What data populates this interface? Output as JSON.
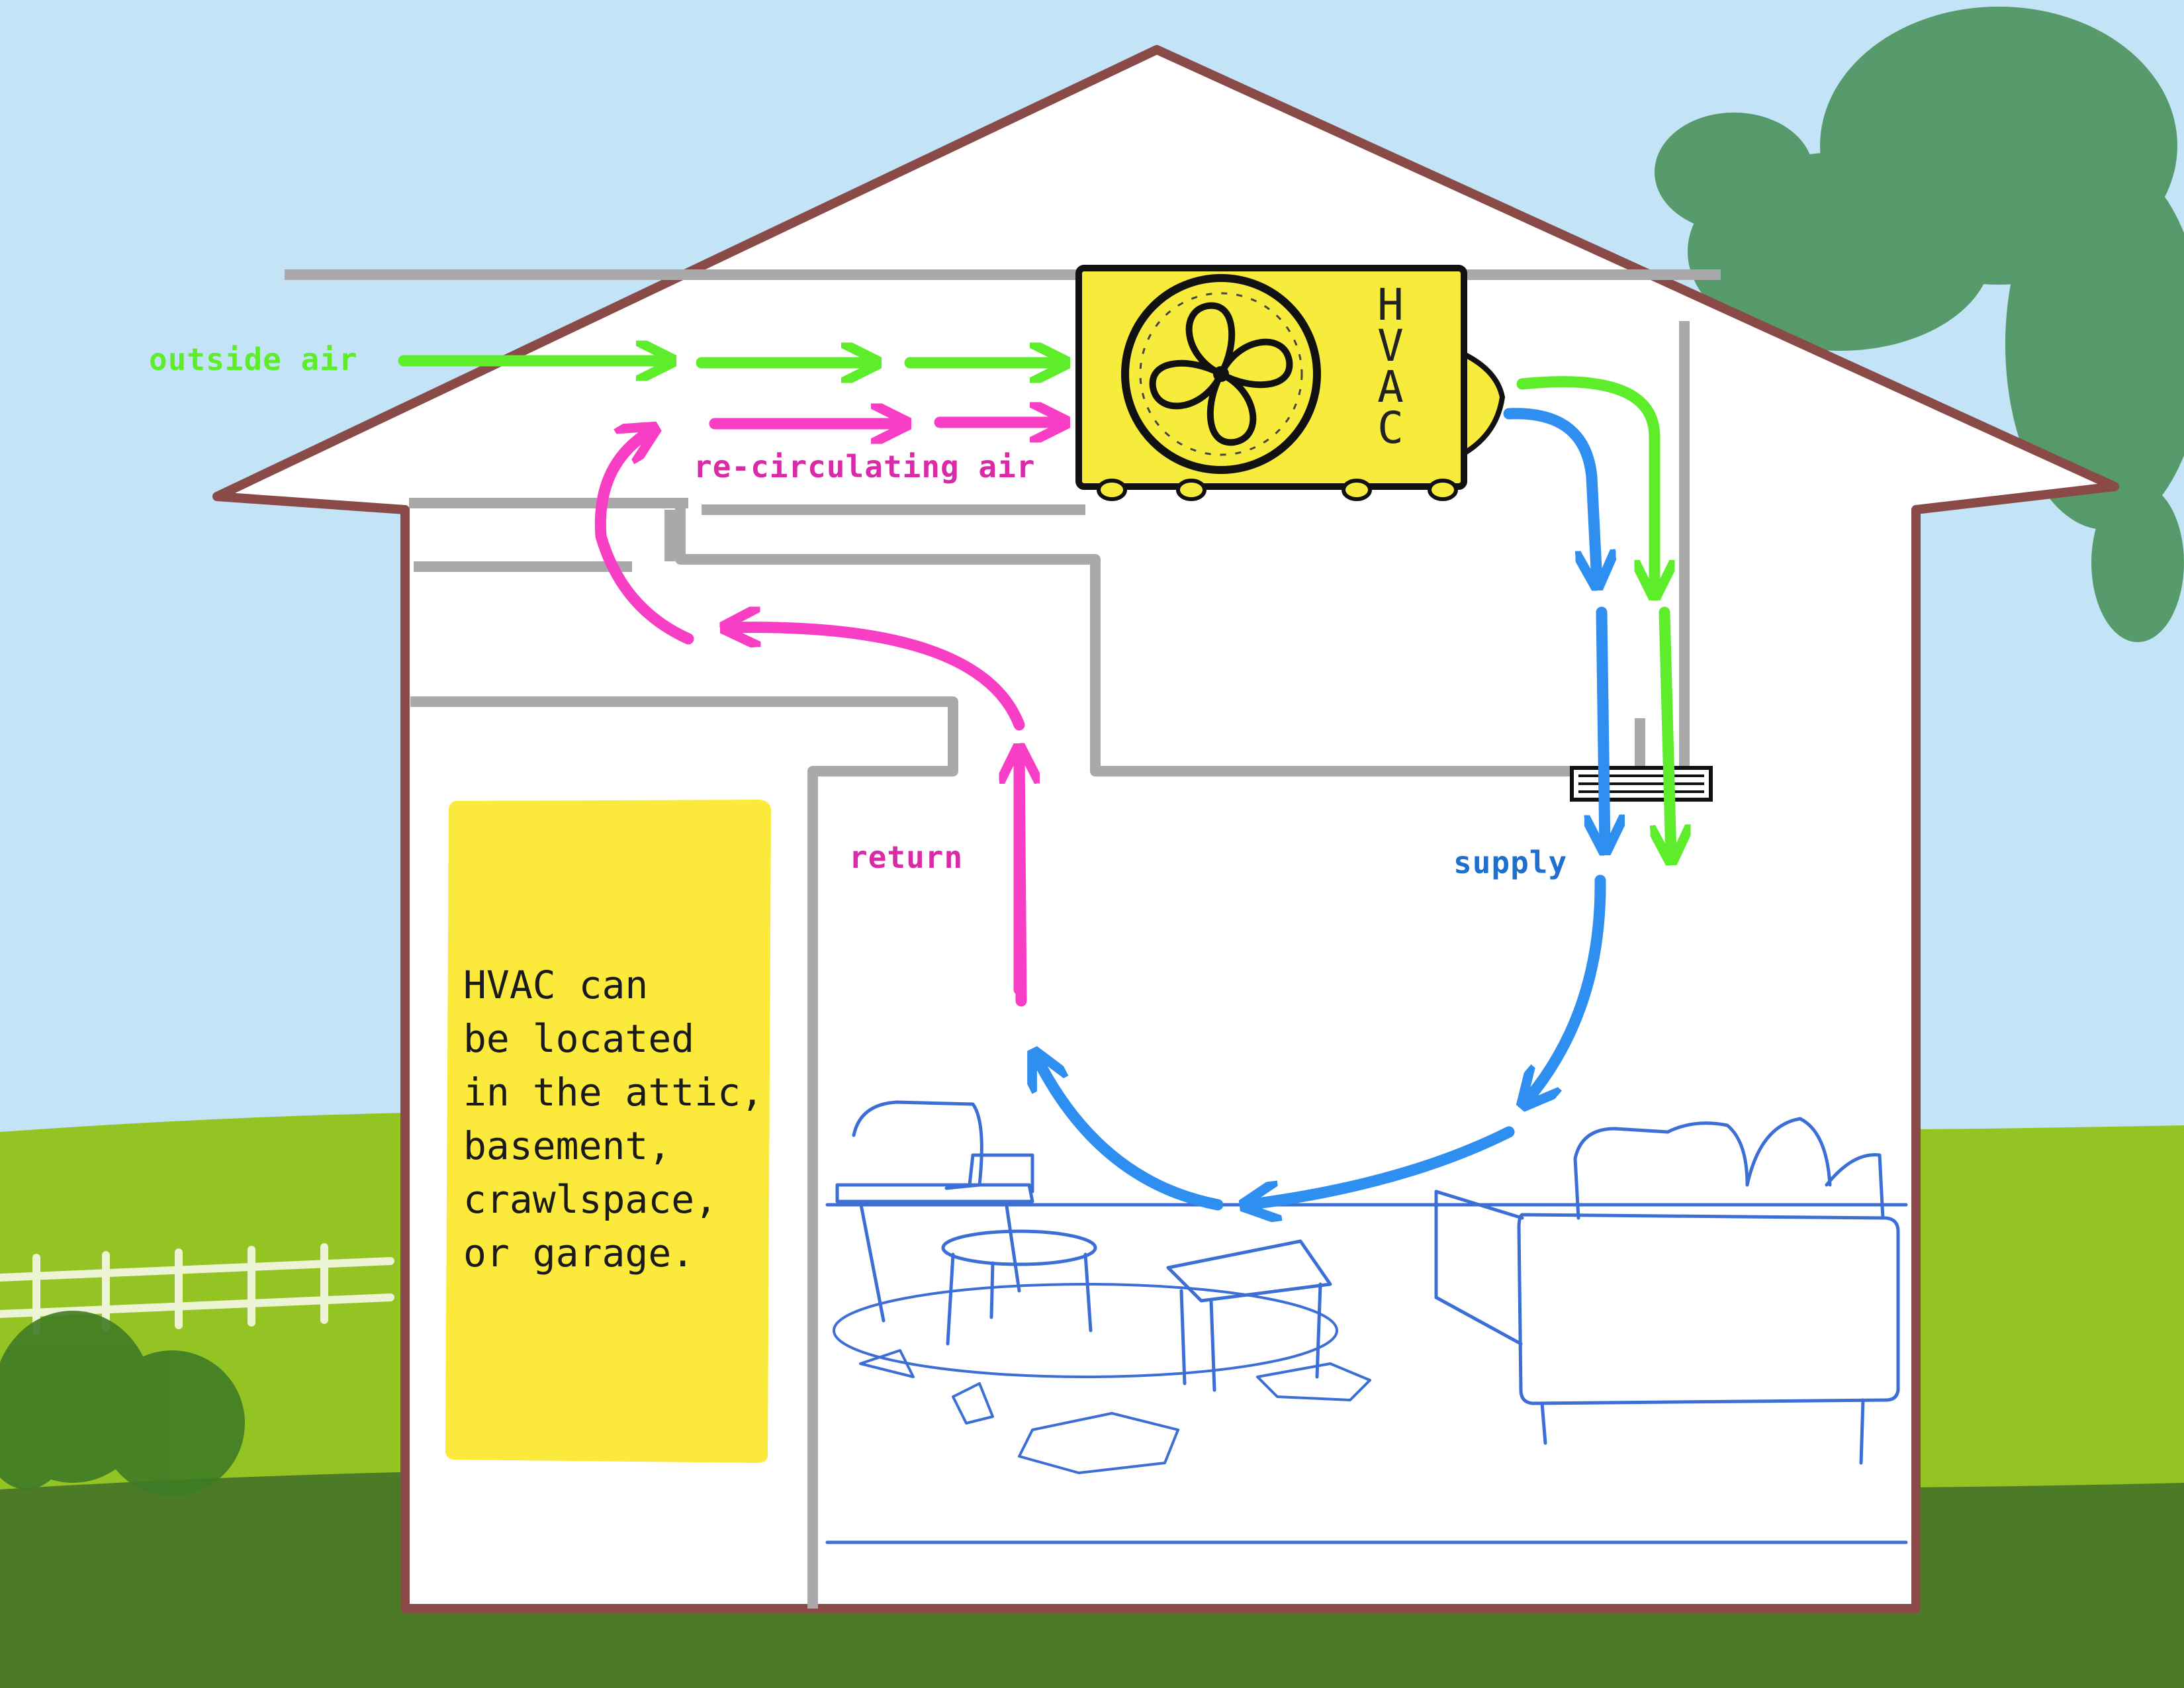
{
  "labels": {
    "outside_air": "outside air",
    "recirculating_air": "re-circulating air",
    "return": "return",
    "supply": "supply"
  },
  "hvac_unit": {
    "letters": [
      "H",
      "V",
      "A",
      "C"
    ]
  },
  "note": {
    "lines": [
      "HVAC can",
      "be located",
      "in the attic,",
      "basement,",
      "crawlspace,",
      "or garage."
    ]
  },
  "colors": {
    "sky": "#c3e3f7",
    "hill_light": "#94c424",
    "hill_dark": "#4d7a26",
    "house_outline": "#8a4a48",
    "house_fill": "#ffffff",
    "duct": "#a9a9a9",
    "hvac_unit": "#f7ec3c",
    "note_box": "#fbe93c",
    "outside_air": "#5ded2b",
    "recirculating_air": "#f93ec6",
    "supply": "#2f8ff0",
    "furniture": "#3b6fd6",
    "tree": "#3f8a4d"
  },
  "icons": [
    "fan-icon",
    "vent-grille-icon",
    "chair-icon",
    "table-icon",
    "sofa-icon",
    "rug-icon",
    "fence-icon",
    "shrub-icon",
    "tree-icon"
  ]
}
